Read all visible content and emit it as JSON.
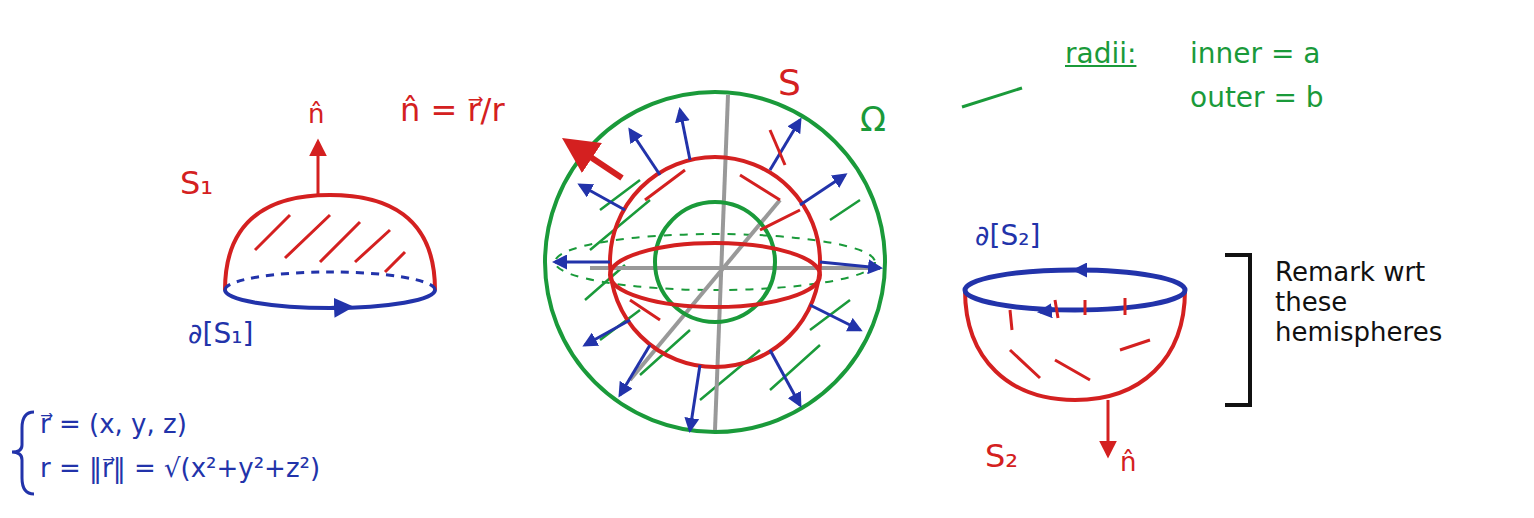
{
  "diagram": {
    "labels": [
      "n̂",
      "S₁",
      "∂[S₁]",
      "n̂ = r⃗/r",
      "S",
      "Ω",
      "radii:",
      "inner = a",
      "outer = b",
      "∂[S₂]",
      "S₂",
      "n̂",
      "Remark wrt these hemispheres",
      "r⃗ = (x, y, z)",
      "r = ‖r⃗‖ = √(x²+y²+z²)"
    ]
  }
}
